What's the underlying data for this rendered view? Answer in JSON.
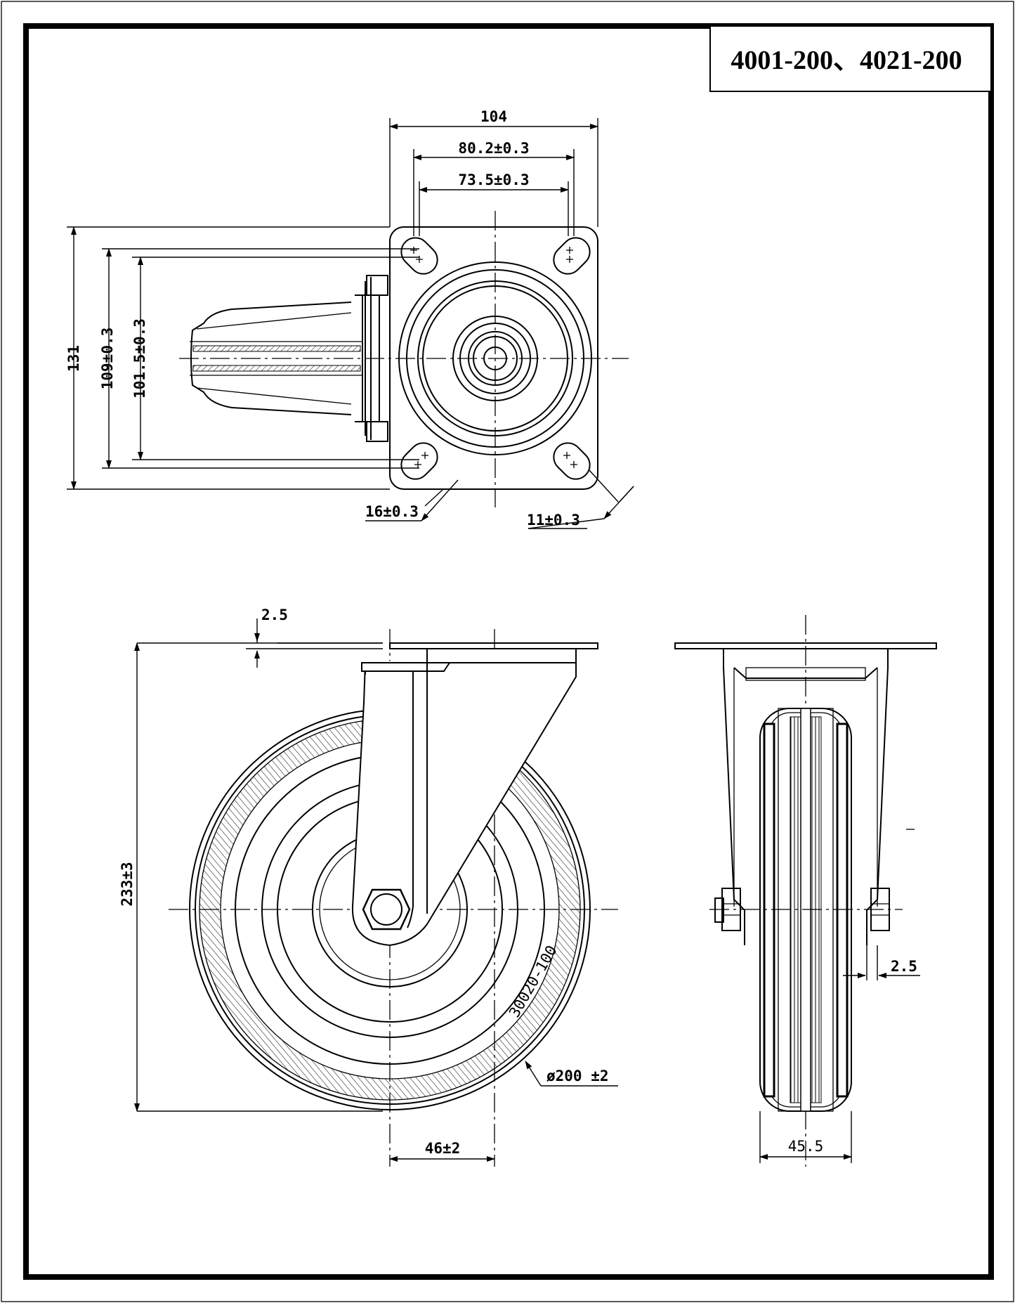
{
  "title": "4001-200、4021-200",
  "top_view": {
    "dims": {
      "width_overall": "104",
      "hole_spacing_outer": "80.2±0.3",
      "hole_spacing_inner": "73.5±0.3",
      "height_overall": "131",
      "height_outer_holes": "109±0.3",
      "height_inner_holes": "101.5±0.3",
      "slot_length": "16±0.3",
      "slot_width": "11±0.3"
    }
  },
  "front_view": {
    "dims": {
      "plate_thickness": "2.5",
      "overall_height": "233±3",
      "wheel_diameter": "ø200 ±2",
      "offset": "46±2"
    },
    "tyre_marking": "30020-100"
  },
  "side_view": {
    "dims": {
      "fork_thickness": "2.5",
      "wheel_width": "45.5"
    }
  }
}
